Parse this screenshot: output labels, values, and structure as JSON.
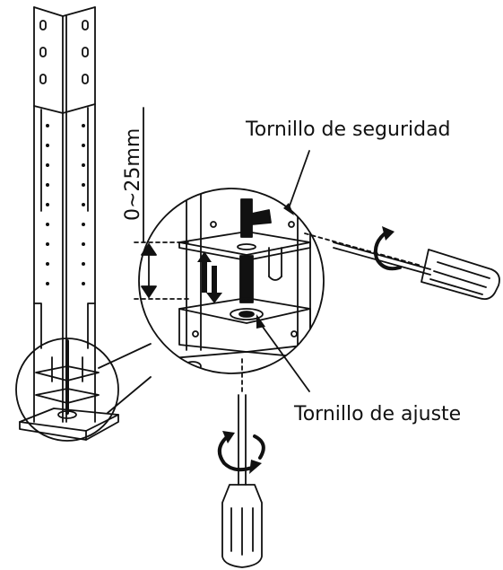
{
  "labels": {
    "safety_screw": "Tornillo de seguridad",
    "adjust_screw": "Tornillo de ajuste",
    "range": "0~25mm"
  },
  "colors": {
    "ink": "#111111",
    "paper": "#ffffff"
  },
  "icons": {
    "rotate_right": "rotate-arrow-icon",
    "rotate_bottom": "rotate-arrow-icon",
    "updown": "double-arrow-icon"
  }
}
